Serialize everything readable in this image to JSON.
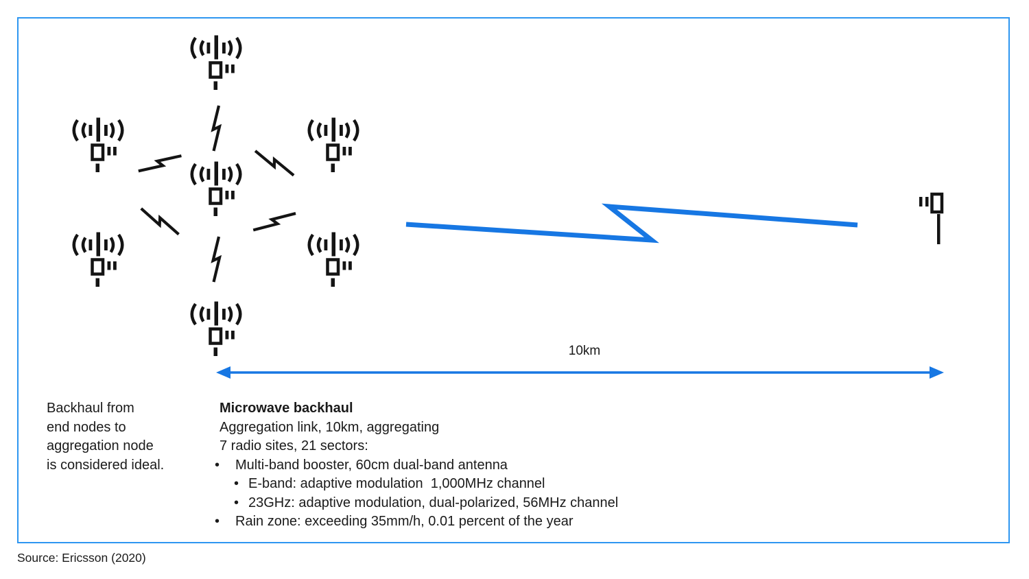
{
  "colors": {
    "accent_blue": "#1777E3",
    "frame_border": "#2E96F1",
    "text": "#1A1A1A",
    "icon_black": "#141414"
  },
  "diagram": {
    "distance_label": "10km",
    "icons": {
      "radio_tower": "radio-tower-icon",
      "access_link": "lightning-bolt-icon",
      "aggregation_link": "microwave-link-zigzag-icon",
      "aggregation_node": "remote-antenna-icon",
      "distance_span": "double-headed-arrow-icon"
    }
  },
  "notes": {
    "left_note": "Backhaul from\nend nodes to\naggregation node\nis considered ideal.",
    "title": "Microwave backhaul",
    "subtitle": "Aggregation link, 10km, aggregating\n7 radio sites, 21 sectors:",
    "bullets": [
      {
        "level": 1,
        "text": "Multi-band booster, 60cm dual-band antenna"
      },
      {
        "level": 2,
        "text": "E-band: adaptive modulation  1,000MHz channel"
      },
      {
        "level": 2,
        "text": "23GHz: adaptive modulation, dual-polarized, 56MHz channel"
      },
      {
        "level": 1,
        "text": "Rain zone: exceeding 35mm/h, 0.01 percent of the year"
      }
    ]
  },
  "footer": {
    "source": "Source: Ericsson (2020)"
  }
}
